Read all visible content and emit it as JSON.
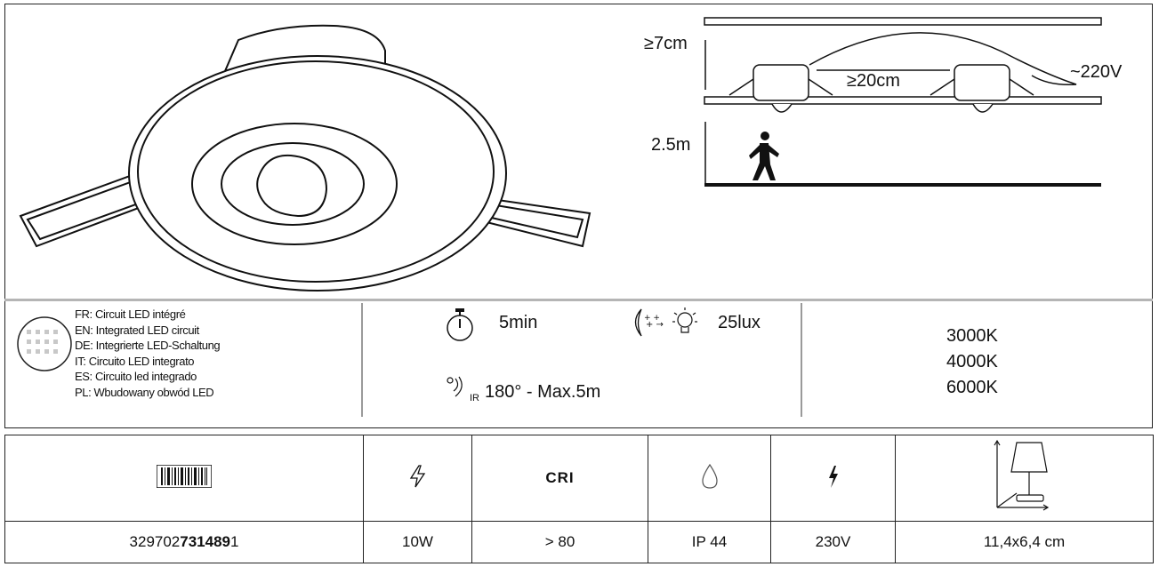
{
  "diagram": {
    "height_ceiling": "≥7cm",
    "spacing": "≥20cm",
    "voltage_label": "~220V",
    "mount_height": "2.5m"
  },
  "languages": [
    "FR: Circuit LED intégré",
    "EN: Integrated LED circuit",
    "DE: Integrierte LED-Schaltung",
    "IT: Circuito LED integrato",
    "ES: Circuito led integrado",
    "PL: Wbudowany obwód LED"
  ],
  "sensor": {
    "timer": "5min",
    "lux": "25lux",
    "ir_sub": "IR",
    "detection": "180° - Max.5m"
  },
  "color_temps": [
    "3000K",
    "4000K",
    "6000K"
  ],
  "spec_table": {
    "header": {
      "cri": "CRI"
    },
    "barcode_prefix": "329702",
    "barcode_bold": "731489",
    "barcode_suffix": "1",
    "power": "10W",
    "cri_value": "> 80",
    "ip": "IP 44",
    "voltage": "230V",
    "dimensions": "11,4x6,4 cm"
  }
}
